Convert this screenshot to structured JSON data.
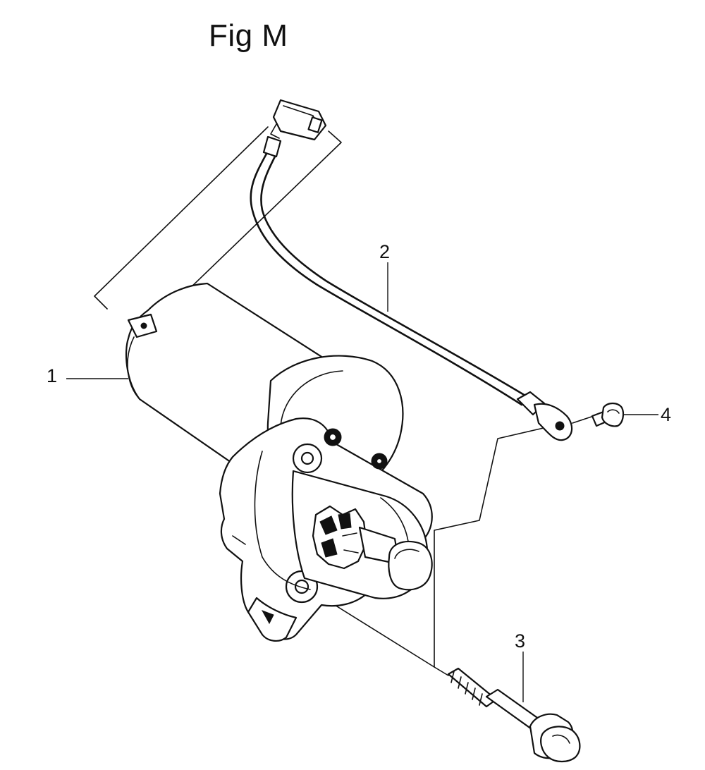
{
  "figure": {
    "title": "Fig M"
  },
  "callouts": [
    {
      "number": "1",
      "part": "starter-motor"
    },
    {
      "number": "2",
      "part": "starter-cable"
    },
    {
      "number": "3",
      "part": "flange-bolt"
    },
    {
      "number": "4",
      "part": "cable-terminal-nut"
    }
  ],
  "colors": {
    "ink": "#111111",
    "background": "#ffffff"
  }
}
